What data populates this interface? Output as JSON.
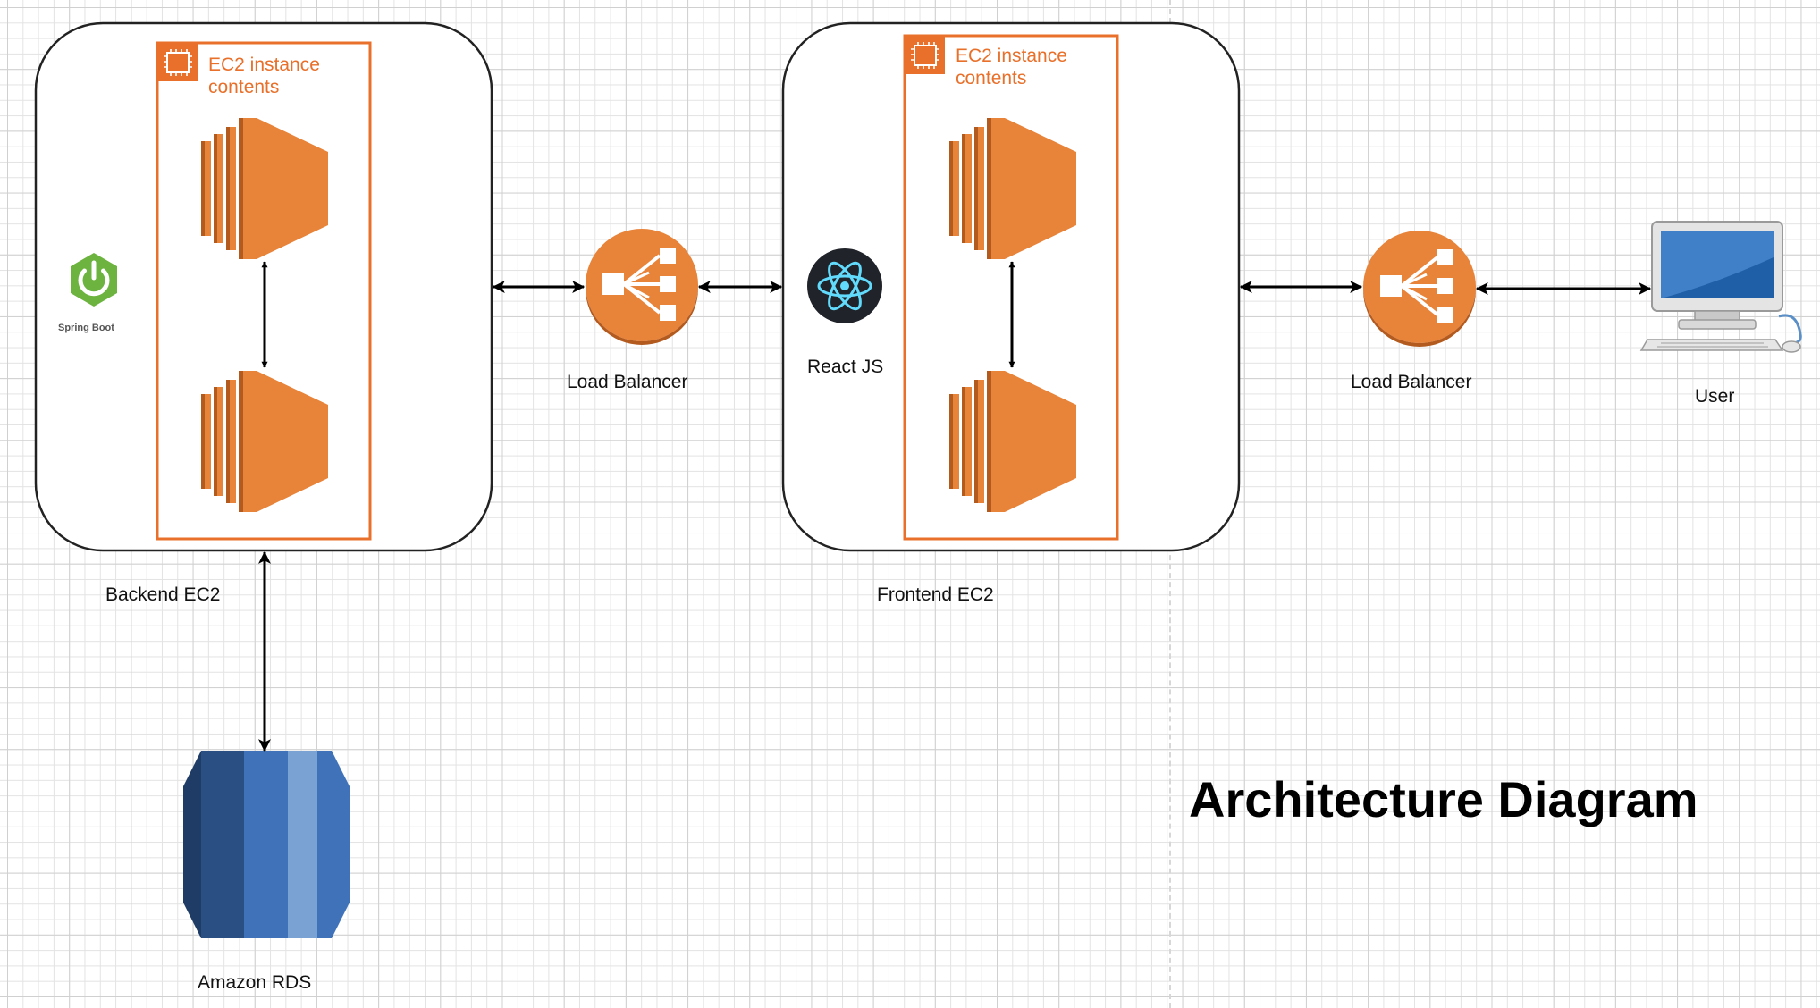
{
  "backend": {
    "group_label": "Backend EC2",
    "instance_caption_line1": "EC2 instance",
    "instance_caption_line2": "contents",
    "framework_label": "Spring Boot"
  },
  "frontend": {
    "group_label": "Frontend EC2",
    "instance_caption_line1": "EC2 instance",
    "instance_caption_line2": "contents",
    "framework_label": "React JS"
  },
  "load_balancers": [
    "Load Balancer",
    "Load Balancer"
  ],
  "database_label": "Amazon RDS",
  "user_label": "User",
  "title": "Architecture Diagram",
  "colors": {
    "aws_orange": "#e8702a",
    "ec2_orange": "#e8833a",
    "rds_blue": "#3f72b8",
    "spring_green": "#6db33f",
    "react_cyan": "#61dafb",
    "react_bg": "#20232a"
  },
  "icons": [
    "chip-icon",
    "ec2-instance-icon",
    "load-balancer-icon",
    "spring-boot-icon",
    "react-icon",
    "rds-database-icon",
    "computer-icon"
  ]
}
